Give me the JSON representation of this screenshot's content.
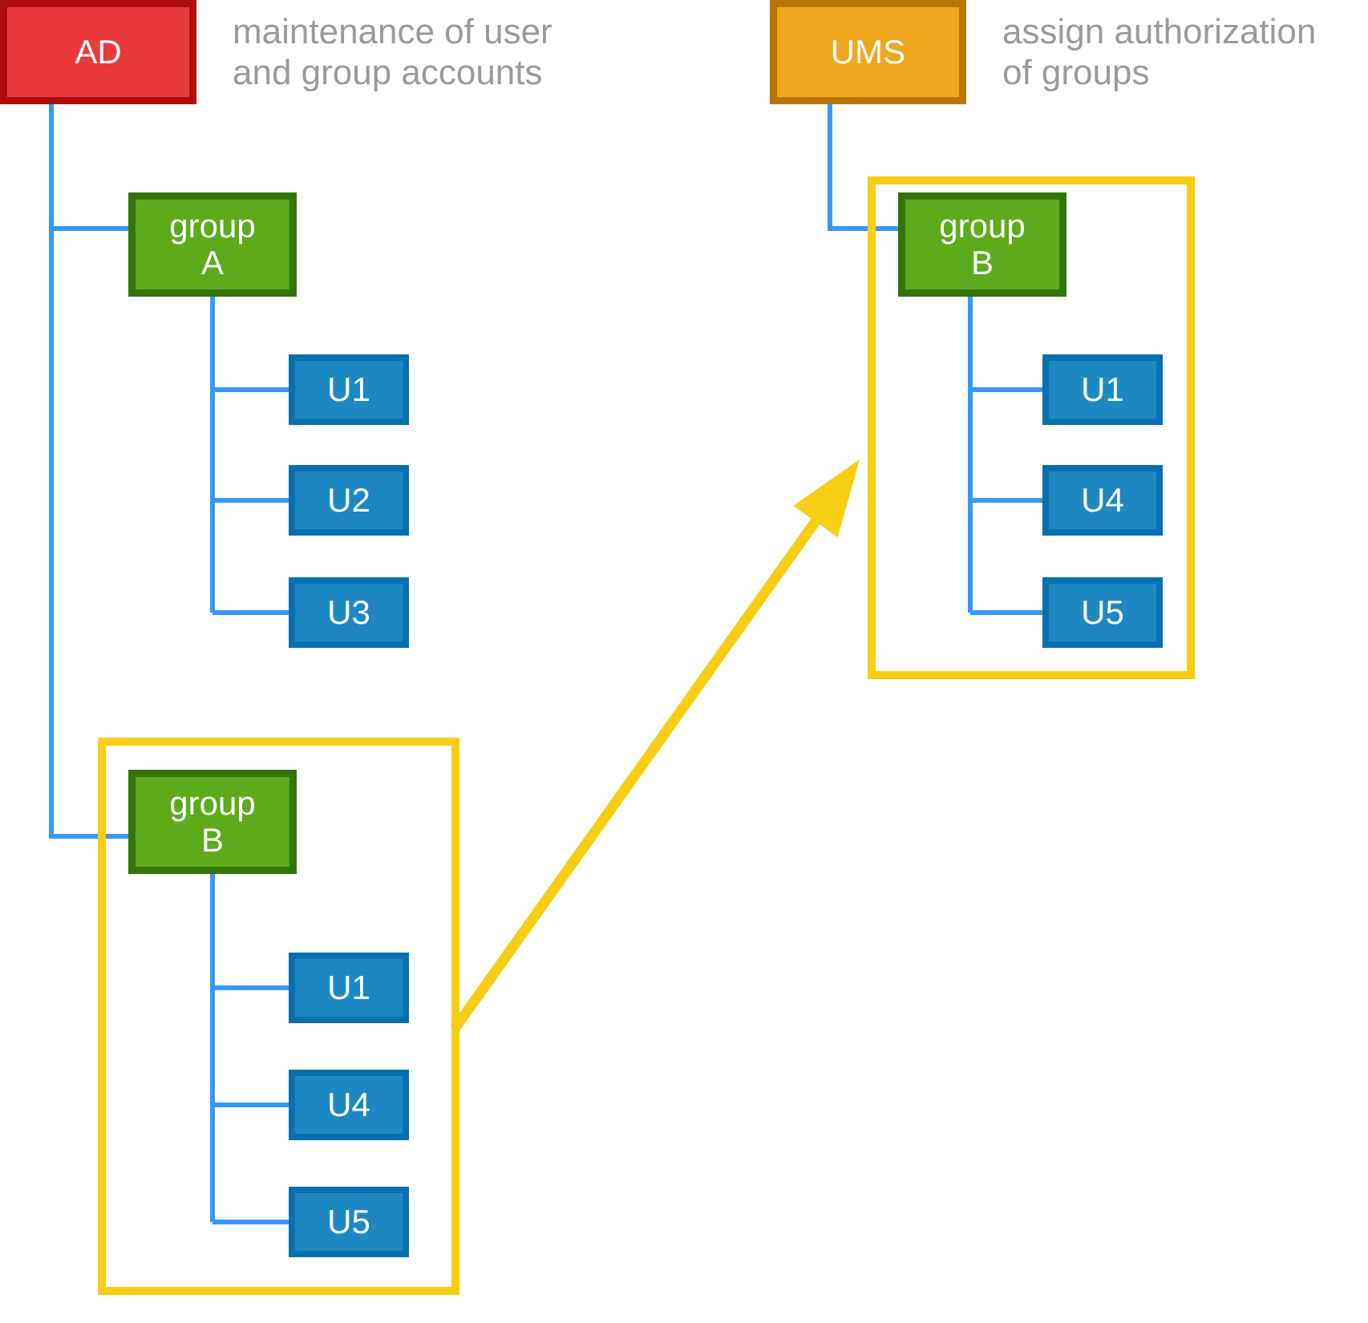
{
  "systems": {
    "ad": {
      "label": "AD",
      "caption": [
        "maintenance of user",
        "and group accounts"
      ]
    },
    "ums": {
      "label": "UMS",
      "caption": [
        "assign authorization",
        "of groups"
      ]
    }
  },
  "ad_tree": {
    "group_a": {
      "name": [
        "group",
        "A"
      ],
      "users": [
        "U1",
        "U2",
        "U3"
      ]
    },
    "group_b": {
      "name": [
        "group",
        "B"
      ],
      "users": [
        "U1",
        "U4",
        "U5"
      ]
    }
  },
  "ums_tree": {
    "group_b": {
      "name": [
        "group",
        "B"
      ],
      "users": [
        "U1",
        "U4",
        "U5"
      ]
    }
  },
  "colors": {
    "ad_fill": "#e83b39",
    "ad_border": "#b00e0b",
    "ums_fill": "#f0a71d",
    "ums_border": "#ba7603",
    "group_fill": "#5bab1b",
    "group_border": "#327506",
    "user_fill": "#1e88c2",
    "user_border": "#0670af",
    "connector_blue": "#3598fb",
    "highlight_yellow": "#f7ce14",
    "caption_gray": "#9a9a9a",
    "label_white": "#ffffff"
  }
}
